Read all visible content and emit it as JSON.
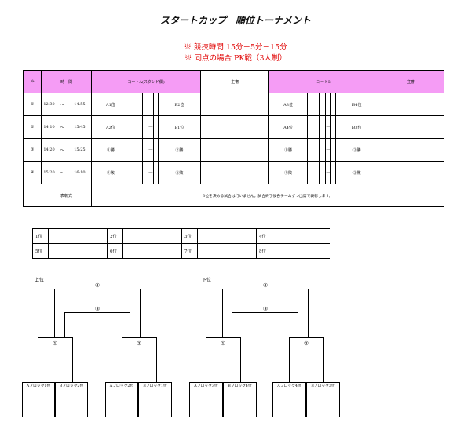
{
  "title": "スタートカップ　順位トーナメント",
  "notes": [
    "※ 競技時間 15分－5分－15分",
    "※ 同点の場合 PK戦（3人制）"
  ],
  "schedule": {
    "headers": {
      "no": "№",
      "time": "時　間",
      "court_a": "コートA(スタンド側)",
      "score_a": "主審",
      "court_b": "コートB",
      "score_b": "主審"
    },
    "rows": [
      {
        "no": "①",
        "start": "12:30",
        "tilde": "～",
        "end": "14:55",
        "a_left": "A1位",
        "dash_a": "―",
        "a_right": "B2位",
        "b_left": "A3位",
        "dash_b": "―",
        "b_right": "B4位"
      },
      {
        "no": "②",
        "start": "14:10",
        "tilde": "～",
        "end": "15:45",
        "a_left": "A2位",
        "dash_a": "―",
        "a_right": "B1位",
        "b_left": "A4位",
        "dash_b": "―",
        "b_right": "B3位"
      },
      {
        "no": "③",
        "start": "14:20",
        "tilde": "～",
        "end": "15:25",
        "a_left": "①勝",
        "dash_a": "―",
        "a_right": "②勝",
        "b_left": "①勝",
        "dash_b": "―",
        "b_right": "②勝"
      },
      {
        "no": "④",
        "start": "15:20",
        "tilde": "～",
        "end": "16:10",
        "a_left": "①敗",
        "dash_a": "―",
        "a_right": "②敗",
        "b_left": "①敗",
        "dash_b": "―",
        "b_right": "②敗"
      }
    ],
    "ceremony_label": "表彰式",
    "ceremony_text": "3位を決める試合は行いません。試合終了後各チームずつ出席で表彰します。"
  },
  "ranks": [
    "1位",
    "2位",
    "3位",
    "4位",
    "5位",
    "6位",
    "7位",
    "8位"
  ],
  "brackets": [
    {
      "label": "上位",
      "final": "④",
      "semi": "③",
      "m1": "①",
      "m2": "②",
      "leaves": [
        "Aブロック1位",
        "Bブロック2位",
        "Aブロック2位",
        "Bブロック1位"
      ]
    },
    {
      "label": "下位",
      "final": "④",
      "semi": "③",
      "m1": "①",
      "m2": "②",
      "leaves": [
        "Aブロック3位",
        "Bブロック4位",
        "Aブロック4位",
        "Bブロック3位"
      ]
    }
  ]
}
